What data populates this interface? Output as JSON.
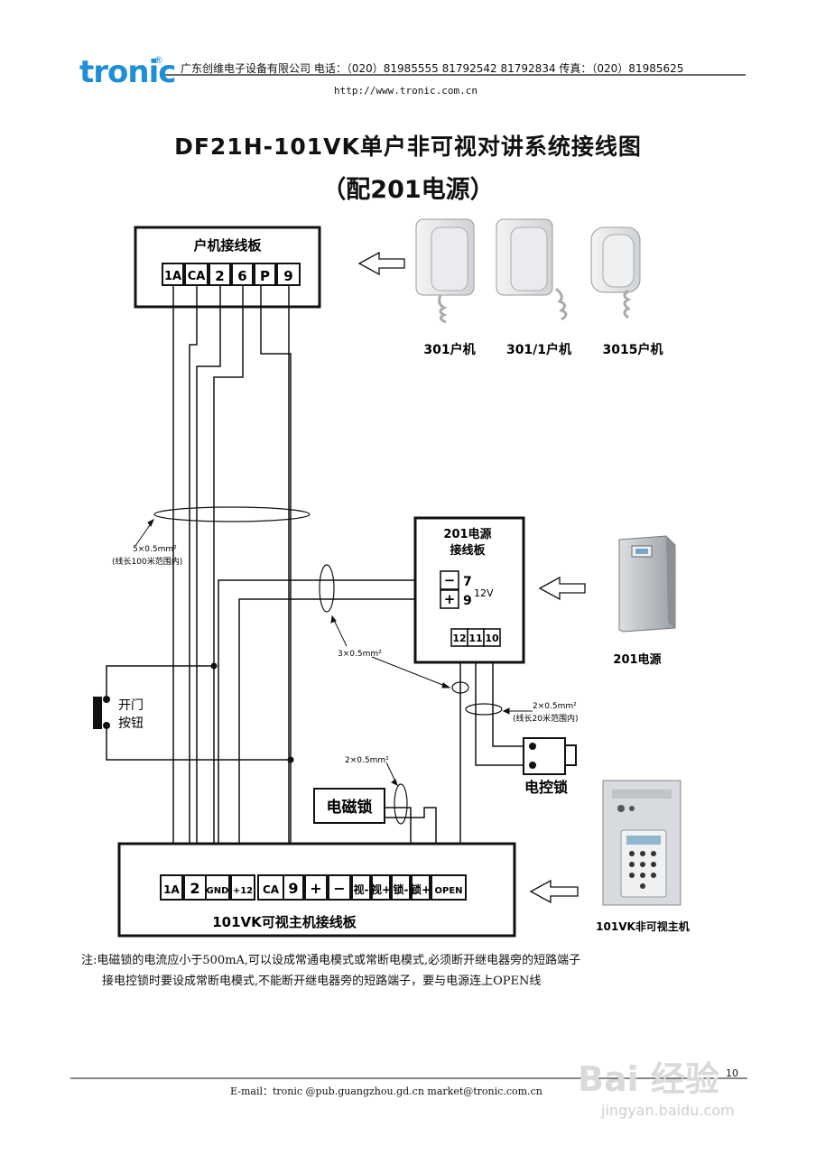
{
  "header": {
    "logo": "tronic",
    "registered": "®",
    "company_line": "广东创维电子设备有限公司   电话：（020）81985555   81792542   81792834   传真：（020）81985625",
    "url": "http://www.tronic.com.cn"
  },
  "title": "DF21H-101VK单户非可视对讲系统接线图",
  "subtitle": "（配201电源）",
  "indoor_board": {
    "title": "户机接线板",
    "terminals": [
      "1A",
      "CA",
      "2",
      "6",
      "P",
      "9"
    ]
  },
  "phones": {
    "labels": [
      "301户机",
      "301/1户机",
      "3015户机"
    ]
  },
  "power_board": {
    "title_line1": "201电源",
    "title_line2": "接线板",
    "minus": "−",
    "plus": "+",
    "term7": "7",
    "term9": "9",
    "voltage": "12V",
    "bottom_terminals": [
      "12",
      "11",
      "10"
    ]
  },
  "power_unit_label": "201电源",
  "cable_labels": {
    "main_cable_line1": "5×0.5mm²",
    "main_cable_line2": "(线长100米范围内)",
    "power_cable": "3×0.5mm²",
    "lock_cable_line1": "2×0.5mm²",
    "lock_cable_line2": "(线长20米范围内)",
    "maglock_cable": "2×0.5mm²"
  },
  "door_button_line1": "开门",
  "door_button_line2": "按钮",
  "electric_lock_label": "电控锁",
  "magnetic_lock_label": "电磁锁",
  "main_board": {
    "title": "101VK可视主机接线板",
    "terminals": [
      "1A",
      "2",
      "GND",
      "+12",
      "CA",
      "9",
      "+",
      "−",
      "视-",
      "视+",
      "锁-",
      "锁+",
      "OPEN"
    ]
  },
  "main_unit_label": "101VK非可视主机",
  "notes": [
    "注:电磁锁的电流应小于500mA,可以设成常通电模式或常断电模式,必须断开继电器旁的短路端子",
    "接电控锁时要设成常断电模式,不能断开继电器旁的短路端子，要与电源连上OPEN线"
  ],
  "footer": {
    "email": "E-mail：tronic @pub.guangzhou.gd.cn       market@tronic.com.cn",
    "page": "10"
  },
  "watermark": {
    "brand": "Bai 经验",
    "site": "jingyan.baidu.com"
  },
  "colors": {
    "logo": "#1e8fd6",
    "ink": "#111111"
  }
}
